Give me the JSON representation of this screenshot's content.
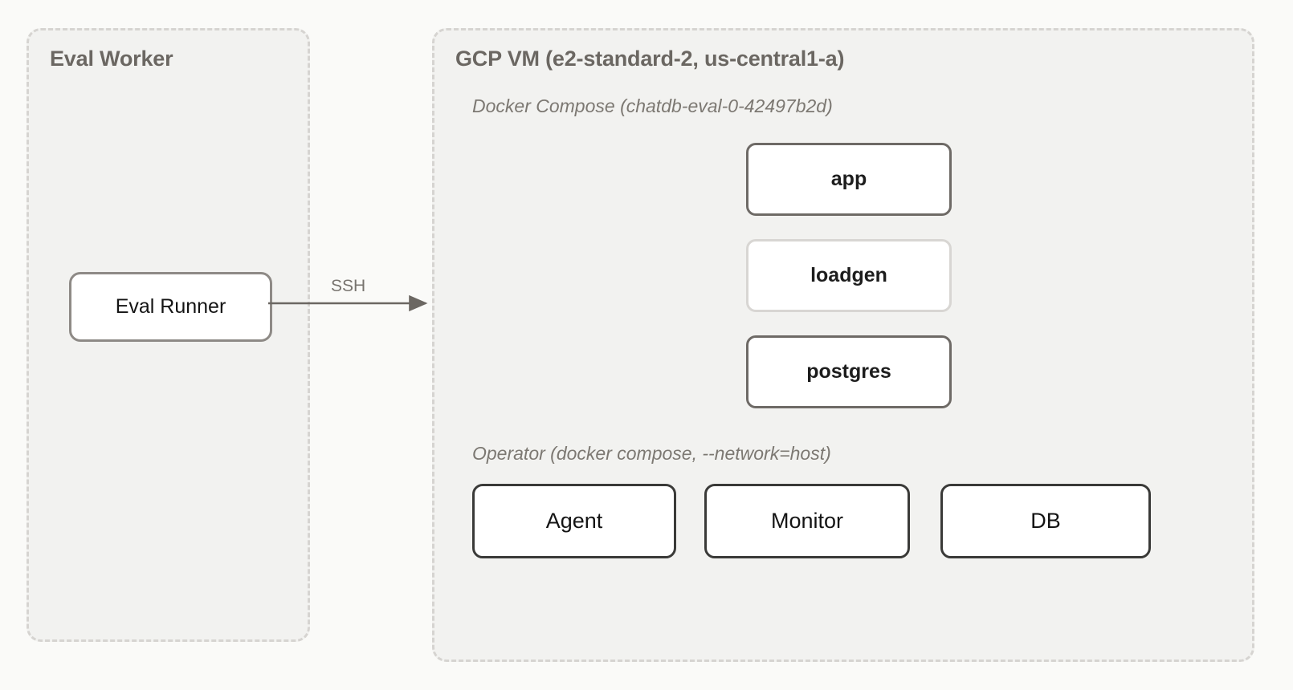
{
  "diagram": {
    "background_color": "#fafaf8",
    "group_fill_color": "#f2f2f0",
    "group_border_color": "#d6d4d1",
    "groups": [
      {
        "id": "eval-worker",
        "title": "Eval Worker",
        "nodes": [
          {
            "id": "eval-runner",
            "label": "Eval Runner",
            "border_color": "#8e8a86"
          }
        ]
      },
      {
        "id": "gcp-vm",
        "title": "GCP VM (e2-standard-2, us-central1-a)",
        "sections": [
          {
            "id": "docker-compose",
            "label": "Docker Compose (chatdb-eval-0-42497b2d)",
            "nodes": [
              {
                "id": "app",
                "label": "app",
                "border_color": "#6e6a66"
              },
              {
                "id": "loadgen",
                "label": "loadgen",
                "border_color": "#d8d6d3"
              },
              {
                "id": "postgres",
                "label": "postgres",
                "border_color": "#6e6a66"
              }
            ]
          },
          {
            "id": "operator",
            "label": "Operator (docker compose, --network=host)",
            "nodes": [
              {
                "id": "agent",
                "label": "Agent",
                "border_color": "#3a3a38"
              },
              {
                "id": "monitor",
                "label": "Monitor",
                "border_color": "#3a3a38"
              },
              {
                "id": "db",
                "label": "DB",
                "border_color": "#3a3a38"
              }
            ]
          }
        ]
      }
    ],
    "connectors": [
      {
        "id": "ssh",
        "label": "SSH",
        "from": "eval-runner",
        "to": "gcp-vm",
        "color": "#6b6762"
      }
    ]
  }
}
